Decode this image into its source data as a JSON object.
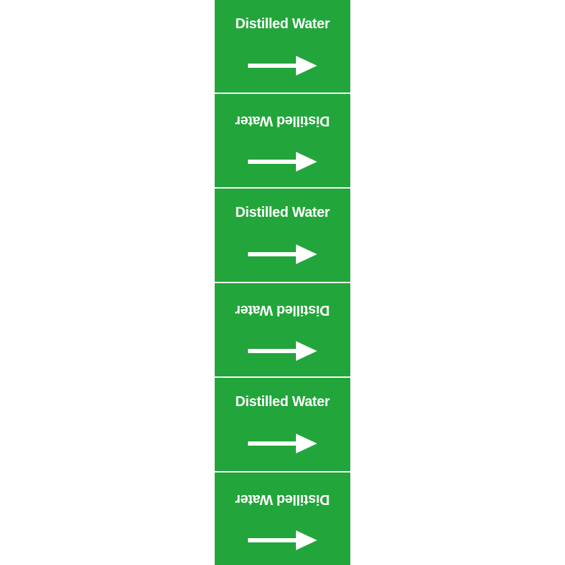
{
  "colors": {
    "label_background": "#22a53a",
    "text_and_arrow": "#ffffff"
  },
  "labels": [
    {
      "text": "Distilled Water",
      "orientation": "upright",
      "arrow": "right-arrow-icon"
    },
    {
      "text": "Distilled Water",
      "orientation": "flipped",
      "arrow": "right-arrow-icon"
    },
    {
      "text": "Distilled Water",
      "orientation": "upright",
      "arrow": "right-arrow-icon"
    },
    {
      "text": "Distilled Water",
      "orientation": "flipped",
      "arrow": "right-arrow-icon"
    },
    {
      "text": "Distilled Water",
      "orientation": "upright",
      "arrow": "right-arrow-icon"
    },
    {
      "text": "Distilled Water",
      "orientation": "flipped",
      "arrow": "right-arrow-icon"
    }
  ]
}
